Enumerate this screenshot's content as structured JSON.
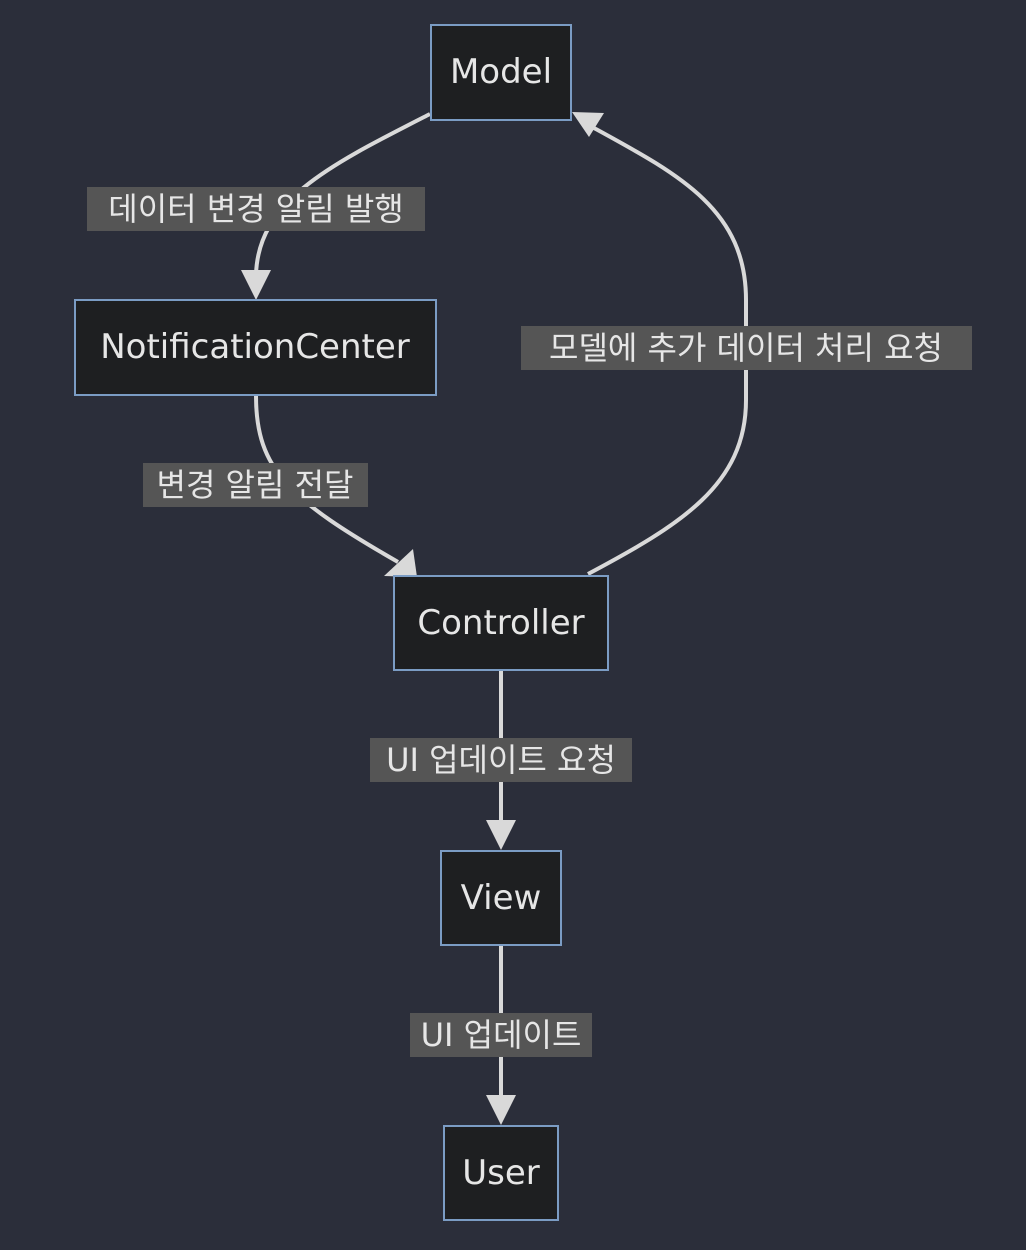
{
  "nodes": {
    "model": "Model",
    "notification_center": "NotificationCenter",
    "controller": "Controller",
    "view": "View",
    "user": "User"
  },
  "edges": {
    "model_to_notification": "데이터 변경 알림 발행",
    "notification_to_controller": "변경 알림 전달",
    "controller_to_model": "모델에 추가 데이터 처리 요청",
    "controller_to_view": "UI 업데이트 요청",
    "view_to_user": "UI 업데이트"
  },
  "colors": {
    "background": "#2b2e3a",
    "node_fill": "#1e1f21",
    "node_border": "#7b9cc4",
    "edge": "#d9d9d9",
    "label_bg": "#555555",
    "text": "#e6e6e6"
  }
}
